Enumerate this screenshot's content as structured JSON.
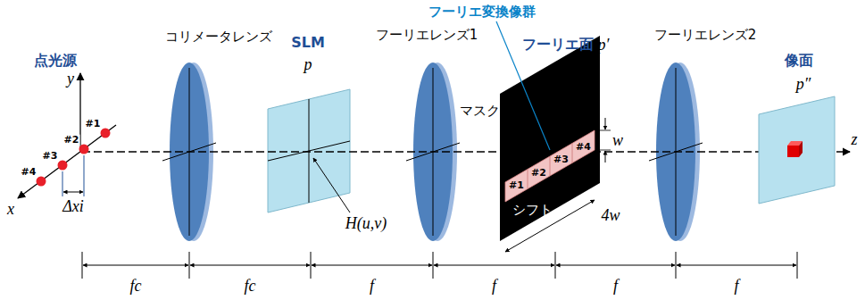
{
  "diagram": {
    "labels": [
      "フーリエ変換像群",
      "コリメータレンズ",
      "フーリエレンズ1",
      "フーリエレンズ2",
      "点光源",
      "SLM",
      "p",
      "フーリエ面",
      "p′",
      "像面",
      "p″",
      "マスク",
      "y",
      "x",
      "z",
      "#1",
      "#2",
      "#3",
      "#4",
      "Δxi",
      "H(u,v)",
      "#1",
      "#2",
      "#3",
      "#4",
      "w",
      "シフト",
      "4w",
      "fc",
      "fc",
      "f",
      "f",
      "f",
      "f"
    ]
  }
}
